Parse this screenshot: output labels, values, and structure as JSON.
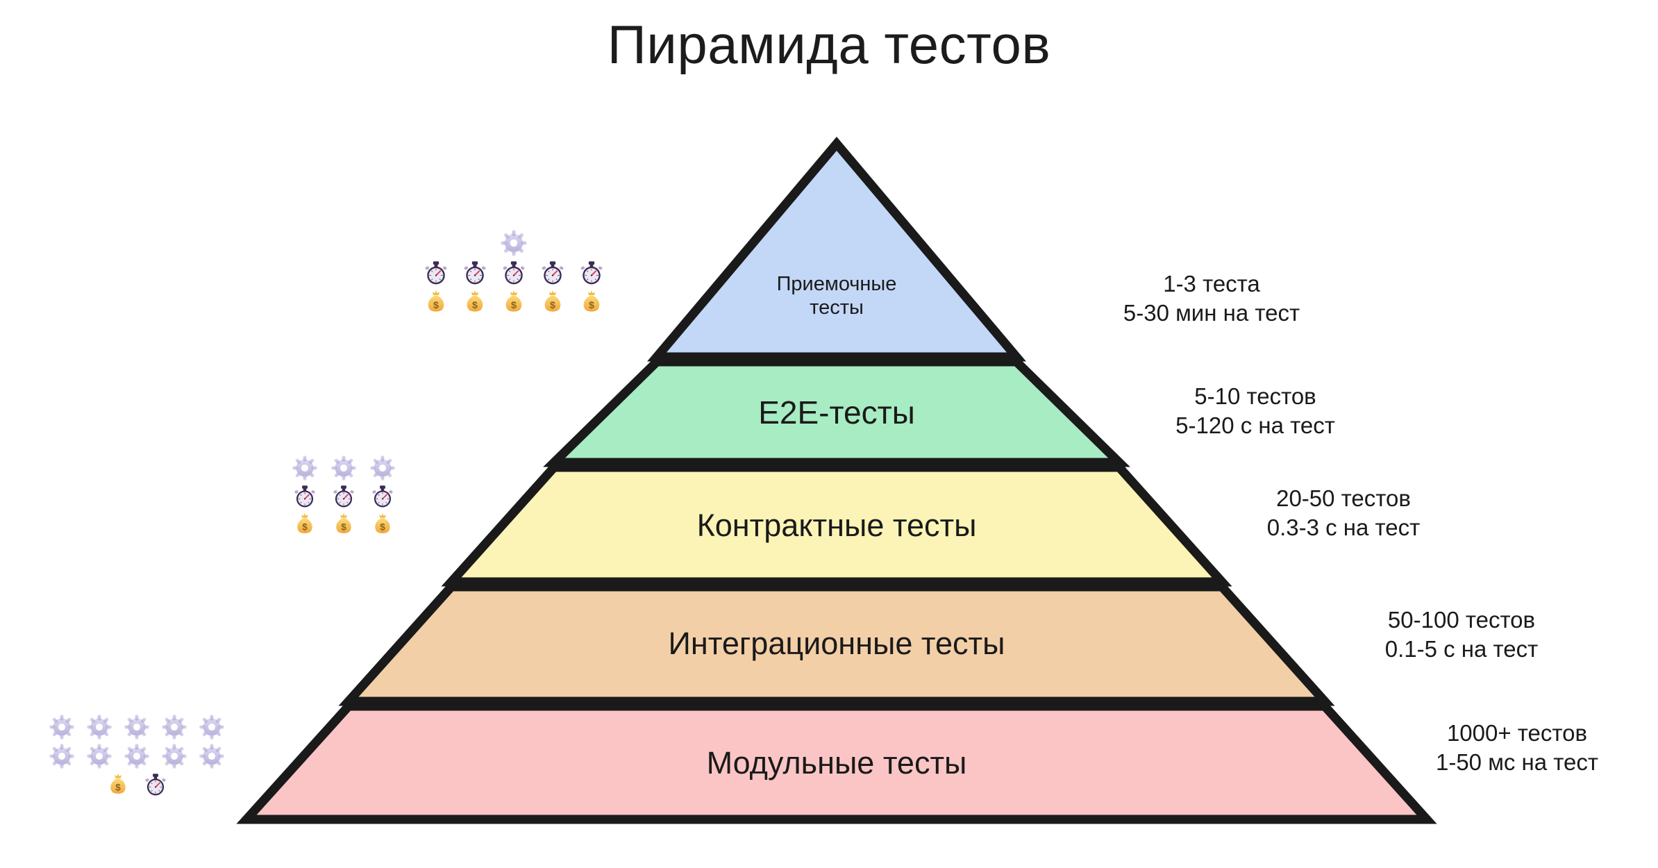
{
  "title": "Пирамида тестов",
  "background": "#ffffff",
  "outline_color": "#1a1a1a",
  "chart_data": {
    "type": "pyramid",
    "title": "Пирамида тестов",
    "levels": [
      {
        "label": "Приемочные\nтесты",
        "color": "#c3d7f7",
        "count_text": "1-3 теста",
        "duration_text": "5-30 мин на тест",
        "note": "1-3 теста\n5-30 мин на тест",
        "cost_icons": {
          "gear": 1,
          "stopwatch": 5,
          "moneybag": 5
        }
      },
      {
        "label": "E2E-тесты",
        "color": "#a7ecc3",
        "count_text": "5-10 тестов",
        "duration_text": "5-120 с на тест",
        "note": "5-10 тестов\n5-120 с на тест",
        "cost_icons": {
          "gear": 0,
          "stopwatch": 0,
          "moneybag": 0
        }
      },
      {
        "label": "Контрактные тесты",
        "color": "#fbf4b6",
        "count_text": "20-50 тестов",
        "duration_text": "0.3-3 с на тест",
        "note": "20-50 тестов\n0.3-3 с на тест",
        "cost_icons": {
          "gear": 3,
          "stopwatch": 3,
          "moneybag": 3
        }
      },
      {
        "label": "Интеграционные тесты",
        "color": "#f2cfa7",
        "count_text": "50-100 тестов",
        "duration_text": "0.1-5 с на тест",
        "note": "50-100 тестов\n0.1-5 с на тест",
        "cost_icons": {
          "gear": 0,
          "stopwatch": 0,
          "moneybag": 0
        }
      },
      {
        "label": "Модульные тесты",
        "color": "#fbc5c5",
        "count_text": "1000+ тестов",
        "duration_text": "1-50 мс на тест",
        "note": "1000+ тестов\n1-50 мс на тест",
        "cost_icons": {
          "gear": 10,
          "stopwatch": 1,
          "moneybag": 1
        }
      }
    ],
    "icon_names": [
      "gear-icon",
      "stopwatch-icon",
      "money-bag-icon"
    ],
    "legend": [],
    "notes_position": "right",
    "icons_position": "left"
  },
  "levels": {
    "acceptance": {
      "label": "Приемочные\nтесты",
      "note": "1-3 теста\n5-30 мин на тест"
    },
    "e2e": {
      "label": "E2E-тесты",
      "note": "5-10 тестов\n5-120 с на тест"
    },
    "contract": {
      "label": "Контрактные тесты",
      "note": "20-50 тестов\n0.3-3 с на тест"
    },
    "integration": {
      "label": "Интеграционные тесты",
      "note": "50-100 тестов\n0.1-5 с на тест"
    },
    "unit": {
      "label": "Модульные тесты",
      "note": "1000+ тестов\n1-50 мс на тест"
    }
  }
}
